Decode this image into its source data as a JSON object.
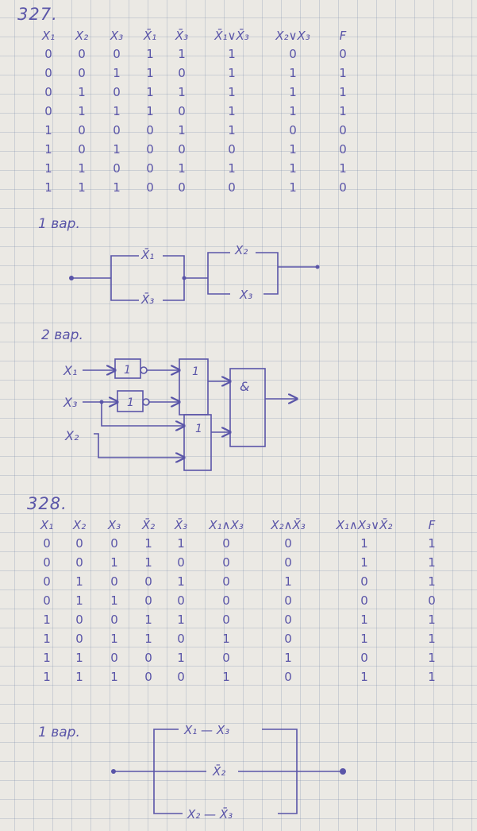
{
  "problem327": {
    "title": "327.",
    "headers": [
      "X₁",
      "X₂",
      "X₃",
      "X̄₁",
      "X̄₃",
      "X̄₁∨X̄₃",
      "X₂∨X₃",
      "F"
    ],
    "rows": [
      [
        "0",
        "0",
        "0",
        "1",
        "1",
        "1",
        "0",
        "0"
      ],
      [
        "0",
        "0",
        "1",
        "1",
        "0",
        "1",
        "1",
        "1"
      ],
      [
        "0",
        "1",
        "0",
        "1",
        "1",
        "1",
        "1",
        "1"
      ],
      [
        "0",
        "1",
        "1",
        "1",
        "0",
        "1",
        "1",
        "1"
      ],
      [
        "1",
        "0",
        "0",
        "0",
        "1",
        "1",
        "0",
        "0"
      ],
      [
        "1",
        "0",
        "1",
        "0",
        "0",
        "0",
        "1",
        "0"
      ],
      [
        "1",
        "1",
        "0",
        "0",
        "1",
        "1",
        "1",
        "1"
      ],
      [
        "1",
        "1",
        "1",
        "0",
        "0",
        "0",
        "1",
        "0"
      ]
    ],
    "variant1": {
      "label": "1 вар.",
      "contacts": {
        "x1bar": "X̄₁",
        "x3bar": "X̄₃",
        "x2": "X₂",
        "x3": "X₃"
      }
    },
    "variant2": {
      "label": "2 вар.",
      "inputs": {
        "x1": "X₁",
        "x3": "X₃",
        "x2": "X₂"
      },
      "gates": {
        "not1": "1",
        "not2": "1",
        "or1": "1",
        "or2": "1",
        "and": "&"
      }
    }
  },
  "problem328": {
    "title": "328.",
    "headers": [
      "X₁",
      "X₂",
      "X₃",
      "X̄₂",
      "X̄₃",
      "X₁∧X₃",
      "X₂∧X̄₃",
      "X₁∧X₃∨X̄₂",
      "F"
    ],
    "rows": [
      [
        "0",
        "0",
        "0",
        "1",
        "1",
        "0",
        "0",
        "1",
        "1"
      ],
      [
        "0",
        "0",
        "1",
        "1",
        "0",
        "0",
        "0",
        "1",
        "1"
      ],
      [
        "0",
        "1",
        "0",
        "0",
        "1",
        "0",
        "1",
        "0",
        "1"
      ],
      [
        "0",
        "1",
        "1",
        "0",
        "0",
        "0",
        "0",
        "0",
        "0"
      ],
      [
        "1",
        "0",
        "0",
        "1",
        "1",
        "0",
        "0",
        "1",
        "1"
      ],
      [
        "1",
        "0",
        "1",
        "1",
        "0",
        "1",
        "0",
        "1",
        "1"
      ],
      [
        "1",
        "1",
        "0",
        "0",
        "1",
        "0",
        "1",
        "0",
        "1"
      ],
      [
        "1",
        "1",
        "1",
        "0",
        "0",
        "1",
        "0",
        "1",
        "1"
      ]
    ],
    "variant1": {
      "label": "1 вар.",
      "branches": {
        "top": "X₁ — X₃",
        "middle": "X̄₂",
        "bottom": "X₂ — X̄₃"
      }
    }
  }
}
